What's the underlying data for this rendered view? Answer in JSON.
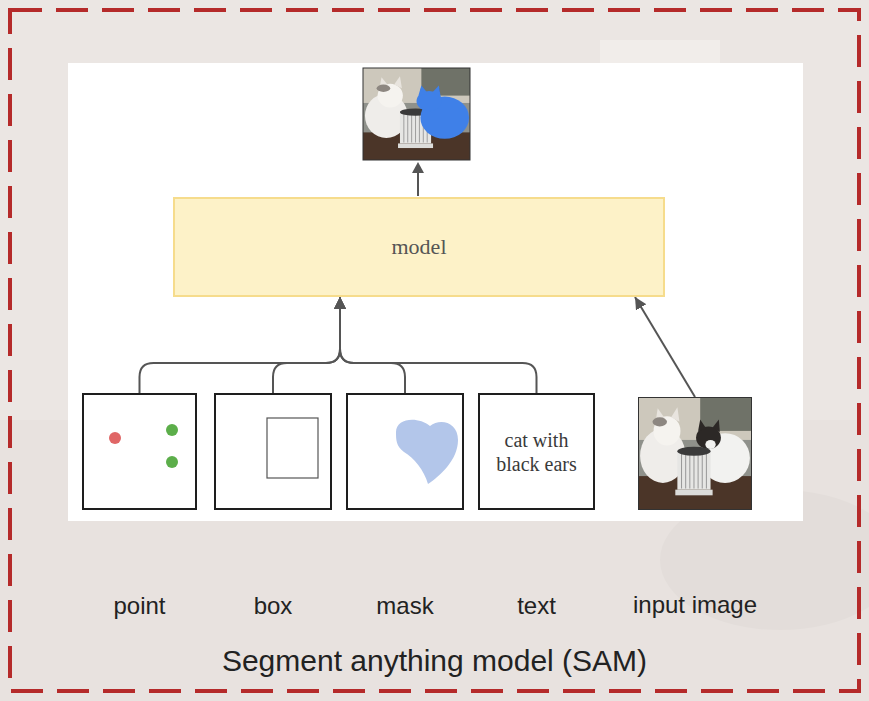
{
  "diagram": {
    "caption": "Segment anything model (SAM)",
    "nodes": [
      {
        "text": [
          "model"
        ]
      },
      {
        "text": [
          "point"
        ]
      },
      {
        "text": [
          "box"
        ]
      },
      {
        "text": [
          "mask"
        ]
      },
      {
        "text": [
          "cat with black ears",
          "text"
        ]
      },
      {
        "text": [
          "input image"
        ]
      }
    ],
    "edges": [
      {
        "from": 1,
        "to": 0,
        "arrow": "to"
      },
      {
        "from": 2,
        "to": 0,
        "arrow": "to"
      },
      {
        "from": 3,
        "to": 0,
        "arrow": "to"
      },
      {
        "from": 4,
        "to": 0,
        "arrow": "to"
      },
      {
        "from": 5,
        "to": 0,
        "arrow": "to"
      }
    ]
  }
}
